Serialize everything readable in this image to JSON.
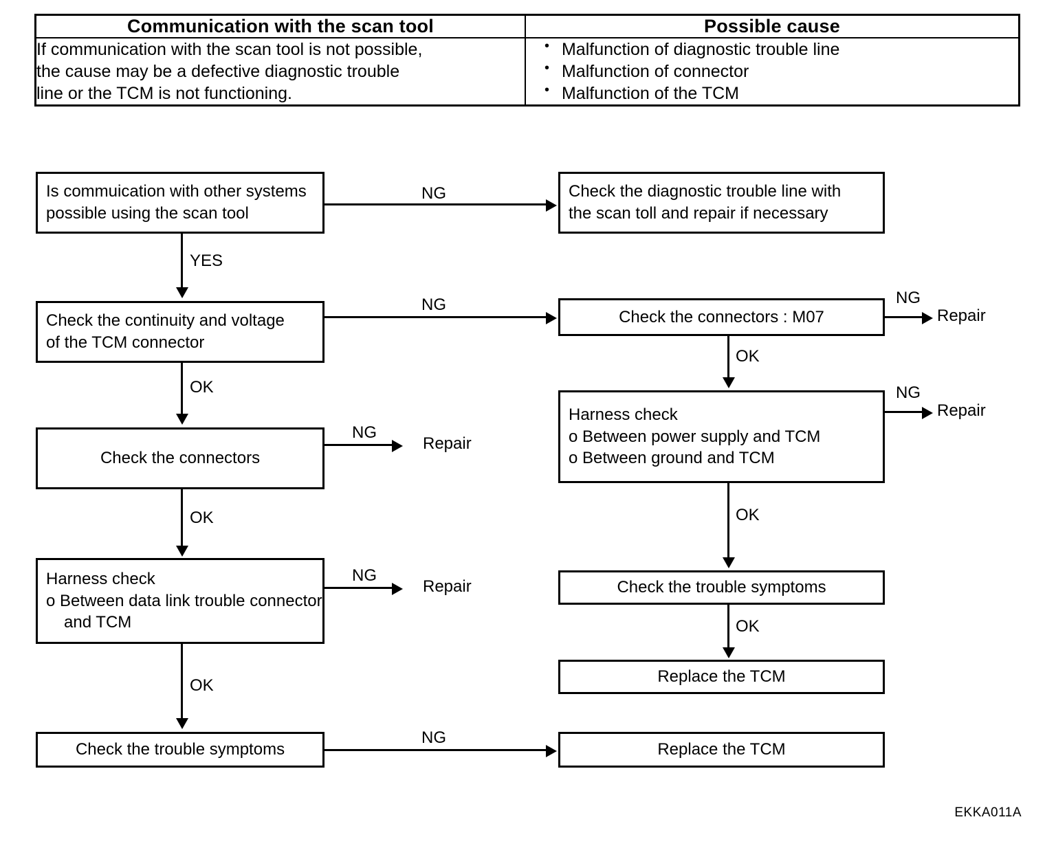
{
  "table": {
    "headers": [
      "Communication with the scan tool",
      "Possible cause"
    ],
    "description_lines": [
      "If communication with the scan tool is not possible,",
      "the cause may be a defective diagnostic trouble",
      "line or the TCM is not functioning."
    ],
    "causes": [
      "Malfunction of diagnostic trouble line",
      "Malfunction of connector",
      "Malfunction of the TCM"
    ]
  },
  "flow": {
    "nodes": {
      "scan_tool_question": {
        "lines": [
          "Is commuication with other systems",
          "possible using the scan tool"
        ]
      },
      "check_diagnostic_line": {
        "lines": [
          "Check the diagnostic trouble line with",
          "the scan toll and repair if necessary"
        ]
      },
      "check_continuity": {
        "lines": [
          "Check the continuity and voltage",
          "of the TCM connector"
        ]
      },
      "check_connectors_m07": {
        "lines": [
          "Check the connectors : M07"
        ]
      },
      "check_connectors": {
        "lines": [
          "Check the connectors"
        ]
      },
      "harness_check_right": {
        "lines": [
          "Harness check",
          "o Between power supply and TCM",
          "o Between ground and TCM"
        ]
      },
      "harness_check_left": {
        "lines": [
          "Harness check",
          "o Between data link trouble connector",
          "and TCM"
        ]
      },
      "check_symptoms_left": {
        "lines": [
          "Check the trouble symptoms"
        ]
      },
      "check_symptoms_right": {
        "lines": [
          "Check the trouble symptoms"
        ]
      },
      "replace_tcm_right": {
        "lines": [
          "Replace the TCM"
        ]
      },
      "replace_tcm_bottom": {
        "lines": [
          "Replace the TCM"
        ]
      }
    },
    "terminals": {
      "repair_1": "Repair",
      "repair_2": "Repair",
      "repair_3": "Repair",
      "repair_4": "Repair"
    },
    "edge_labels": {
      "q_to_diagnostic": "NG",
      "q_to_continuity": "YES",
      "continuity_to_m07": "NG",
      "continuity_to_connectors": "OK",
      "m07_to_repair": "NG",
      "m07_to_harness": "OK",
      "connectors_to_repair": "NG",
      "connectors_to_harness": "OK",
      "harness_r_to_repair": "NG",
      "harness_r_to_symptoms": "OK",
      "harness_l_to_repair": "NG",
      "harness_l_to_symptoms": "OK",
      "symptoms_r_to_replace": "OK",
      "symptoms_l_to_replace": "NG"
    }
  },
  "figure_code": "EKKA011A"
}
